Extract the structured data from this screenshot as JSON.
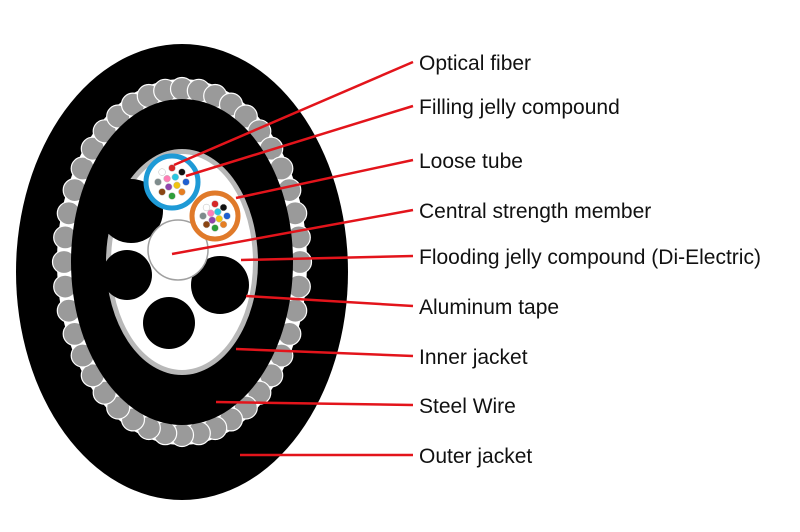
{
  "colors": {
    "background": "#ffffff",
    "jacket": "#000000",
    "steel_wire": "#9a9a9a",
    "steel_wire_edge": "#ffffff",
    "aluminum_tape": "#b8b8b8",
    "flooding_compound": "#ffffff",
    "central_member": "#ffffff",
    "central_member_edge": "#a0a0a0",
    "tube_blue": "#1e9ad6",
    "tube_orange": "#e07a2a",
    "leader": "#e3141b",
    "text": "#111111"
  },
  "labels": [
    {
      "id": "optical-fiber",
      "text": "Optical fiber"
    },
    {
      "id": "filling-jelly-compound",
      "text": "Filling jelly compound"
    },
    {
      "id": "loose-tube",
      "text": "Loose tube"
    },
    {
      "id": "central-strength-member",
      "text": "Central strength member"
    },
    {
      "id": "flooding-jelly-compound",
      "text": "Flooding jelly compound (Di-Electric)"
    },
    {
      "id": "aluminum-tape",
      "text": "Aluminum tape"
    },
    {
      "id": "inner-jacket",
      "text": "Inner jacket"
    },
    {
      "id": "steel-wire",
      "text": "Steel Wire"
    },
    {
      "id": "outer-jacket",
      "text": "Outer jacket"
    }
  ],
  "fiber_colors": [
    "#1f5fd1",
    "#e67e22",
    "#2e9e3a",
    "#8b4513",
    "#7f8c8d",
    "#ffffff",
    "#d62828",
    "#111111",
    "#f1c40f",
    "#8e44ad",
    "#ff7eb6",
    "#29c6e0"
  ]
}
